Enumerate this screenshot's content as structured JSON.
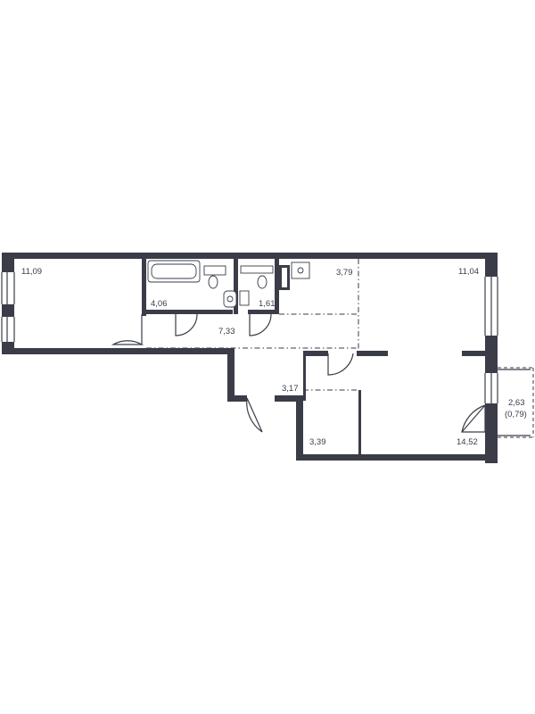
{
  "plan": {
    "areas": [
      {
        "id": "room-left",
        "label": "11,09"
      },
      {
        "id": "bathroom",
        "label": "4,06"
      },
      {
        "id": "wc",
        "label": "1,61"
      },
      {
        "id": "kitchen",
        "label": "3,79"
      },
      {
        "id": "room-right-top",
        "label": "11,04"
      },
      {
        "id": "hall",
        "label": "7,33"
      },
      {
        "id": "corridor",
        "label": "3,17"
      },
      {
        "id": "storage",
        "label": "3,39"
      },
      {
        "id": "room-right-bottom",
        "label": "14,52"
      },
      {
        "id": "balcony",
        "label": "2,63"
      },
      {
        "id": "balcony-reduced",
        "label": "(0,79)"
      }
    ]
  }
}
